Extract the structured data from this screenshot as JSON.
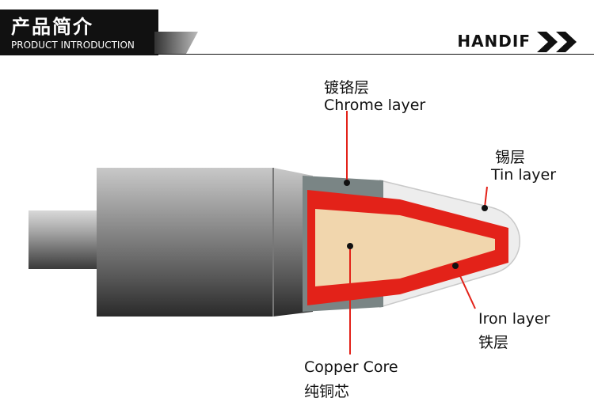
{
  "header": {
    "title_cn": "产品简介",
    "title_en": "PRODUCT INTRODUCTION",
    "brand": "HANDIF",
    "arrows_icon": "double-chevron-right-icon"
  },
  "labels": {
    "chrome": {
      "cn": "镀铬层",
      "en": "Chrome layer"
    },
    "tin": {
      "cn": "锡层",
      "en": "Tin layer"
    },
    "iron": {
      "en": "Iron layer",
      "cn": "铁层"
    },
    "copper": {
      "en": "Copper Core",
      "cn": "纯铜芯"
    }
  },
  "colors": {
    "chrome": "#7a8585",
    "tin": "#e9e9e9",
    "iron": "#e32219",
    "copper": "#f1d6ad",
    "body_dark": "#555555",
    "header_bg": "#111111"
  }
}
